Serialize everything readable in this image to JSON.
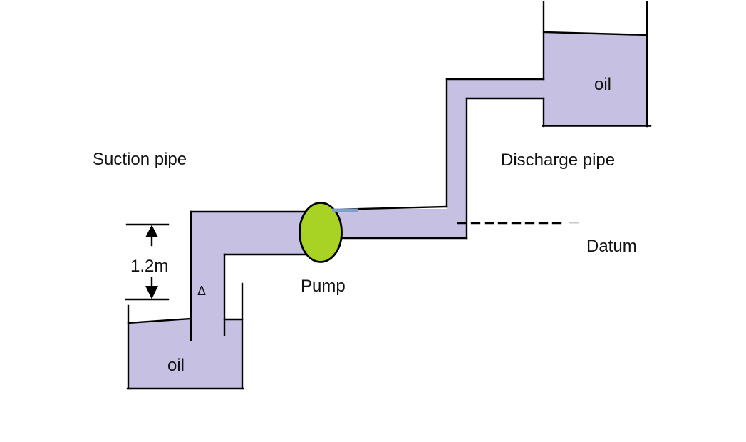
{
  "diagram": {
    "kind": "pump-suction-discharge-schematic",
    "suction_pipe_label": "Suction pipe",
    "discharge_pipe_label": "Discharge pipe",
    "pump_label": "Pump",
    "datum_label": "Datum",
    "upper_tank": {
      "fluid_label": "oil"
    },
    "lower_tank": {
      "fluid_label": "oil"
    },
    "suction_lift_dimension": "1.2m",
    "level_marker": "Δ"
  },
  "colors": {
    "oil_fill": "#c6c0e2",
    "pump_fill": "#a8d324",
    "line": "#000000",
    "accent_blue": "#7f9ec8",
    "faded_dash": "#c9c9c9"
  }
}
